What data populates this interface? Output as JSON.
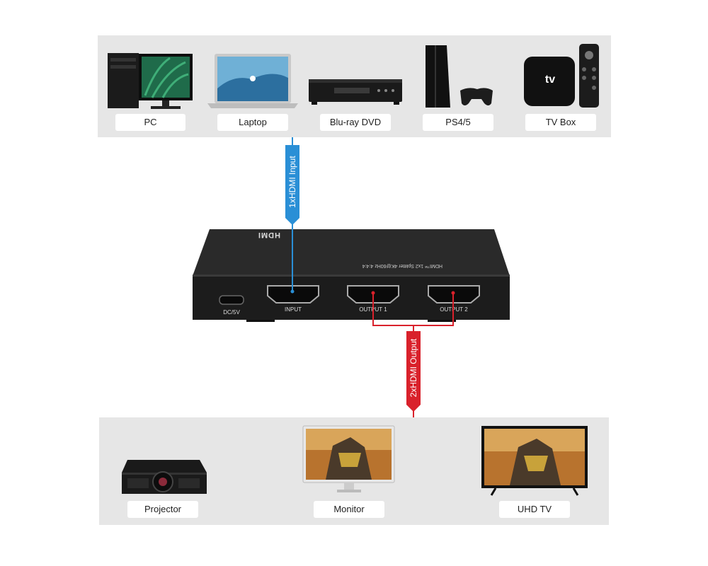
{
  "sources": [
    {
      "name": "PC"
    },
    {
      "name": "Laptop"
    },
    {
      "name": "Blu-ray DVD"
    },
    {
      "name": "PS4/5"
    },
    {
      "name": "TV Box"
    }
  ],
  "displays": [
    {
      "name": "Projector"
    },
    {
      "name": "Monitor"
    },
    {
      "name": "UHD TV"
    }
  ],
  "connectors": {
    "input_label": "1xHDMI Input",
    "output_label": "2xHDMI Output",
    "input_color": "#2a8fd6",
    "output_color": "#d9212b"
  },
  "splitter": {
    "brand": "HDMI",
    "model_text": "HDMI™ 1x2 Splitter 4K@60Hz 4:4:4",
    "ports": {
      "dc": "DC/5V",
      "input": "INPUT",
      "output1": "OUTPUT 1",
      "output2": "OUTPUT 2"
    }
  },
  "tv_box_logo": "tv"
}
